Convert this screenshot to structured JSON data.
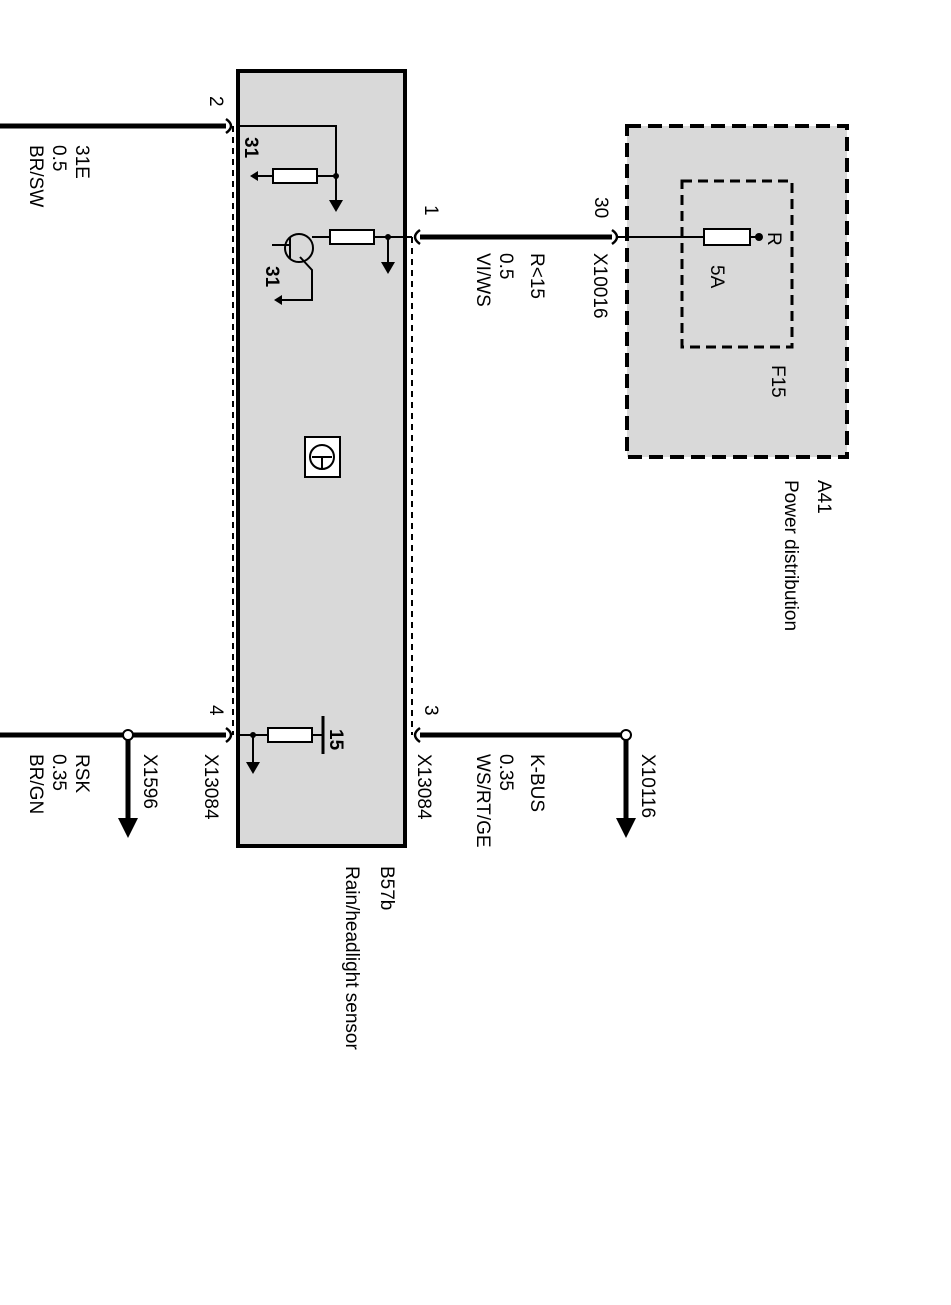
{
  "components": {
    "sensor": {
      "id": "B57b",
      "name": "Rain/headlight sensor"
    },
    "power_dist": {
      "id": "A41",
      "name": "Power distribution"
    }
  },
  "fuse": {
    "id": "F15",
    "rating": "5A",
    "feed": "R"
  },
  "pins": {
    "p1": "1",
    "p2": "2",
    "p3": "3",
    "p4": "4",
    "p30": "30"
  },
  "internal": {
    "gnd_a": "31",
    "gnd_b": "31",
    "t15": "15"
  },
  "wires": {
    "w2": {
      "signal": "31E",
      "size": "0.5",
      "color": "BR/SW"
    },
    "w1": {
      "signal": "R<15",
      "size": "0.5",
      "color": "VI/WS"
    },
    "w3": {
      "signal": "K-BUS",
      "size": "0.35",
      "color": "WS/RT/GE"
    },
    "w4": {
      "signal": "RSK",
      "size": "0.35",
      "color": "BR/GN"
    }
  },
  "connectors": {
    "c_pd": "X10016",
    "c_sensor_3": "X13084",
    "c_sensor_4": "X13084",
    "c_kbus": "X10116",
    "c_rsk": "X1596"
  },
  "colors": {
    "module_fill": "#d9d9d9",
    "line": "#000000"
  }
}
